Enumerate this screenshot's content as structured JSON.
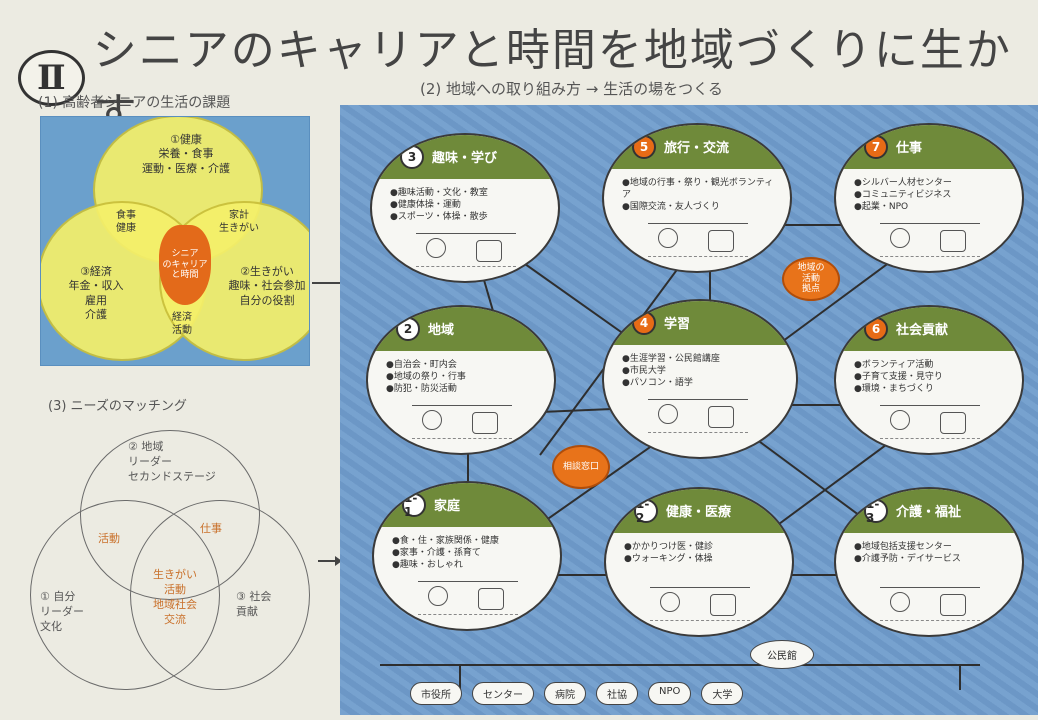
{
  "title": {
    "roman": "Ⅱ",
    "text": "シニアのキャリアと時間を地域づくりに生かす"
  },
  "subtitles": {
    "left": "(1) 高齢者シニアの生活の課題",
    "right": "(2) 地域への取り組み方 → 生活の場をつくる"
  },
  "venn_top": {
    "circles": [
      {
        "label": "①健康\n栄養・食事\n運動・医療・介護"
      },
      {
        "label": "③経済\n年金・収入\n雇用\n介護"
      },
      {
        "label": "②生きがい\n趣味・社会参加\n自分の役割"
      }
    ],
    "overlaps": [
      {
        "label": "食事\n健康"
      },
      {
        "label": "家計\n生きがい"
      },
      {
        "label": "経済\n活動"
      }
    ],
    "core": "シニア\nのキャリア\nと時間"
  },
  "sketch_venn": {
    "title": "(3) ニーズのマッチング",
    "labels": [
      {
        "text": "② 地域\nリーダー\nセカンドステージ",
        "tone": "dark"
      },
      {
        "text": "① 自分\nリーダー\n文化",
        "tone": "dark"
      },
      {
        "text": "③ 社会\n貢献",
        "tone": "dark"
      },
      {
        "text": "活動",
        "tone": "orange"
      },
      {
        "text": "仕事",
        "tone": "orange"
      },
      {
        "text": "生きがい\n活動\n地域社会\n交流",
        "tone": "orange"
      }
    ]
  },
  "nodes": [
    {
      "num": "3",
      "title": "趣味・学び",
      "accent": false,
      "body": "●趣味活動・文化・教室\n●健康体操・運動\n●スポーツ・体操・散歩"
    },
    {
      "num": "5",
      "title": "旅行・交流",
      "accent": true,
      "body": "●地域の行事・祭り・観光ボランティア\n●国際交流・友人づくり"
    },
    {
      "num": "7",
      "title": "仕事",
      "accent": false,
      "body": "●シルバー人材センター\n●コミュニティビジネス\n●起業・NPO"
    },
    {
      "num": "2",
      "title": "地域",
      "accent": false,
      "body": "●自治会・町内会\n●地域の祭り・行事\n●防犯・防災活動"
    },
    {
      "num": "4",
      "title": "学習",
      "accent": true,
      "body": "●生涯学習・公民館講座\n●市民大学\n●パソコン・語学"
    },
    {
      "num": "6",
      "title": "社会貢献",
      "accent": true,
      "body": "●ボランティア活動\n●子育て支援・見守り\n●環境・まちづくり"
    },
    {
      "num": "1-1",
      "title": "家庭",
      "accent": false,
      "body": "●食・住・家族関係・健康\n●家事・介護・孫育て\n●趣味・おしゃれ"
    },
    {
      "num": "1-2",
      "title": "健康・医療",
      "accent": false,
      "body": "●かかりつけ医・健診\n●ウォーキング・体操"
    },
    {
      "num": "1-3",
      "title": "介護・福祉",
      "accent": false,
      "body": "●地域包括支援センター\n●介護予防・デイサービス"
    }
  ],
  "hubs": [
    {
      "label": "地域の\n活動\n拠点"
    },
    {
      "label": "相談窓口"
    }
  ],
  "bottom": {
    "center": "公民館",
    "items": [
      "市役所",
      "センター",
      "病院",
      "社協",
      "NPO",
      "大学"
    ]
  }
}
